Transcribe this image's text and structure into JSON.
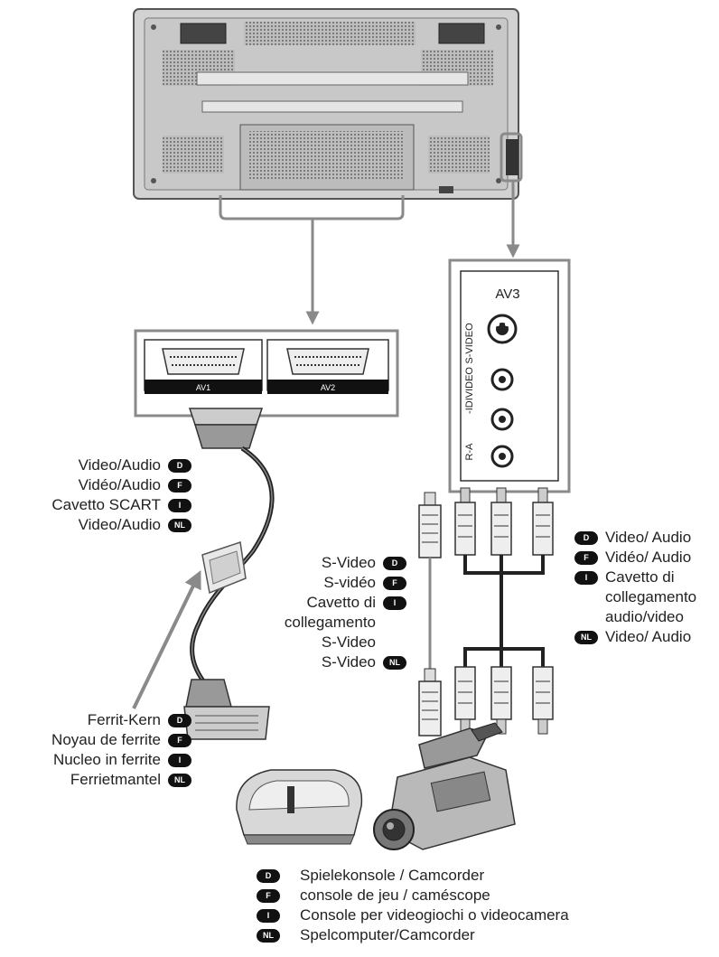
{
  "tv_panel": {
    "av3_header": "AV3",
    "av3_jacks": [
      "S-VIDEO",
      "-IDIVIDEO",
      "R-A"
    ],
    "scart_ports": [
      "AV1",
      "AV2"
    ]
  },
  "badges": {
    "d": "D",
    "f": "F",
    "i": "I",
    "nl": "NL"
  },
  "scart_cable_labels": [
    {
      "text": "Video/Audio",
      "lang": "D"
    },
    {
      "text": "Vidéo/Audio",
      "lang": "F"
    },
    {
      "text": "Cavetto SCART",
      "lang": "I"
    },
    {
      "text": "Video/Audio",
      "lang": "NL"
    }
  ],
  "ferrite_labels": [
    {
      "text": "Ferrit-Kern",
      "lang": "D"
    },
    {
      "text": "Noyau de ferrite",
      "lang": "F"
    },
    {
      "text": "Nucleo in ferrite",
      "lang": "I"
    },
    {
      "text": "Ferrietmantel",
      "lang": "NL"
    }
  ],
  "svideo_labels": {
    "d": "S-Video",
    "f": "S-vidéo",
    "i_line1": "Cavetto di",
    "i_line2": "collegamento",
    "i_line3": "S-Video",
    "nl": "S-Video"
  },
  "av_cable_labels": {
    "d": "Video/ Audio",
    "f": "Vidéo/ Audio",
    "i_line1": "Cavetto di",
    "i_line2": "collegamento",
    "i_line3": "audio/video",
    "nl": "Video/ Audio"
  },
  "device_labels": [
    {
      "text": "Spielekonsole / Camcorder",
      "lang": "D"
    },
    {
      "text": "console de jeu / caméscope",
      "lang": "F"
    },
    {
      "text": "Console per videogiochi o videocamera",
      "lang": "I"
    },
    {
      "text": "Spelcomputer/Camcorder",
      "lang": "NL"
    }
  ]
}
